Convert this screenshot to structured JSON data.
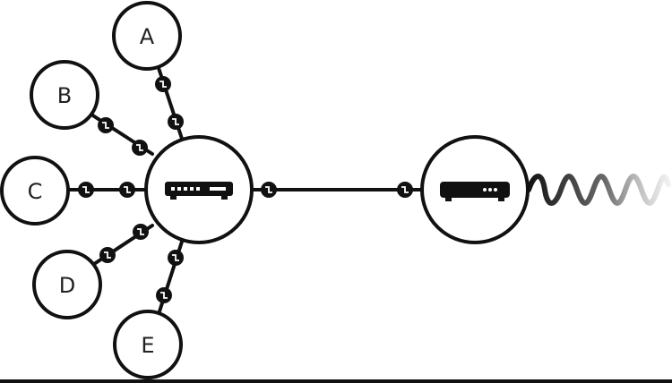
{
  "diagram": {
    "nodes": [
      {
        "id": "A",
        "label": "A"
      },
      {
        "id": "B",
        "label": "B"
      },
      {
        "id": "C",
        "label": "C"
      },
      {
        "id": "D",
        "label": "D"
      },
      {
        "id": "E",
        "label": "E"
      }
    ],
    "devices": [
      {
        "id": "switch",
        "icon": "network-switch-icon"
      },
      {
        "id": "modem",
        "icon": "modem-icon"
      }
    ],
    "links": [
      {
        "from": "A",
        "to": "switch"
      },
      {
        "from": "B",
        "to": "switch"
      },
      {
        "from": "C",
        "to": "switch"
      },
      {
        "from": "D",
        "to": "switch"
      },
      {
        "from": "E",
        "to": "switch"
      },
      {
        "from": "switch",
        "to": "modem"
      }
    ],
    "colors": {
      "line": "#111111",
      "node_fill": "#ffffff",
      "wave": "#111111"
    }
  }
}
